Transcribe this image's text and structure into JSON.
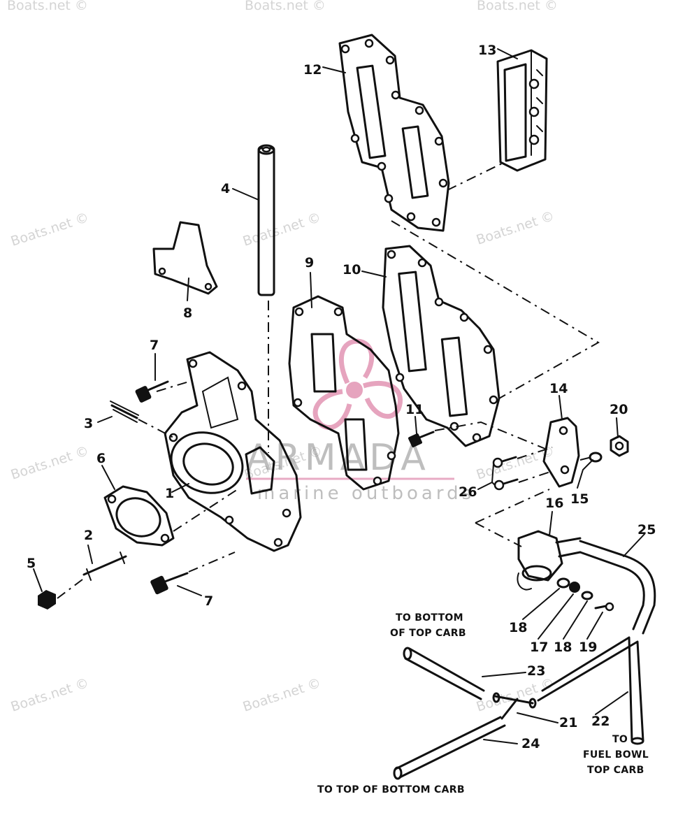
{
  "watermarks": [
    "Boats.net ©",
    "Boats.net ©",
    "Boats.net ©",
    "Boats.net ©",
    "Boats.net ©",
    "Boats.net ©",
    "Boats.net ©",
    "Boats.net ©",
    "Boats.net ©",
    "Boats.net ©",
    "Boats.net ©",
    "Boats.net ©"
  ],
  "logo": {
    "name": "ARMADA",
    "tagline": "marine outboards"
  },
  "callouts": [
    "1",
    "2",
    "3",
    "4",
    "5",
    "6",
    "7",
    "7",
    "8",
    "9",
    "10",
    "11",
    "12",
    "13",
    "14",
    "15",
    "16",
    "17",
    "18",
    "18",
    "19",
    "20",
    "21",
    "22",
    "23",
    "24",
    "25",
    "26"
  ],
  "notes": {
    "bottom_of_top_carb_l1": "TO BOTTOM",
    "bottom_of_top_carb_l2": "OF TOP CARB",
    "top_of_bottom_carb": "TO TOP OF BOTTOM CARB",
    "fuel_bowl_l1": "TO",
    "fuel_bowl_l2": "FUEL BOWL",
    "fuel_bowl_l3": "TOP CARB"
  }
}
